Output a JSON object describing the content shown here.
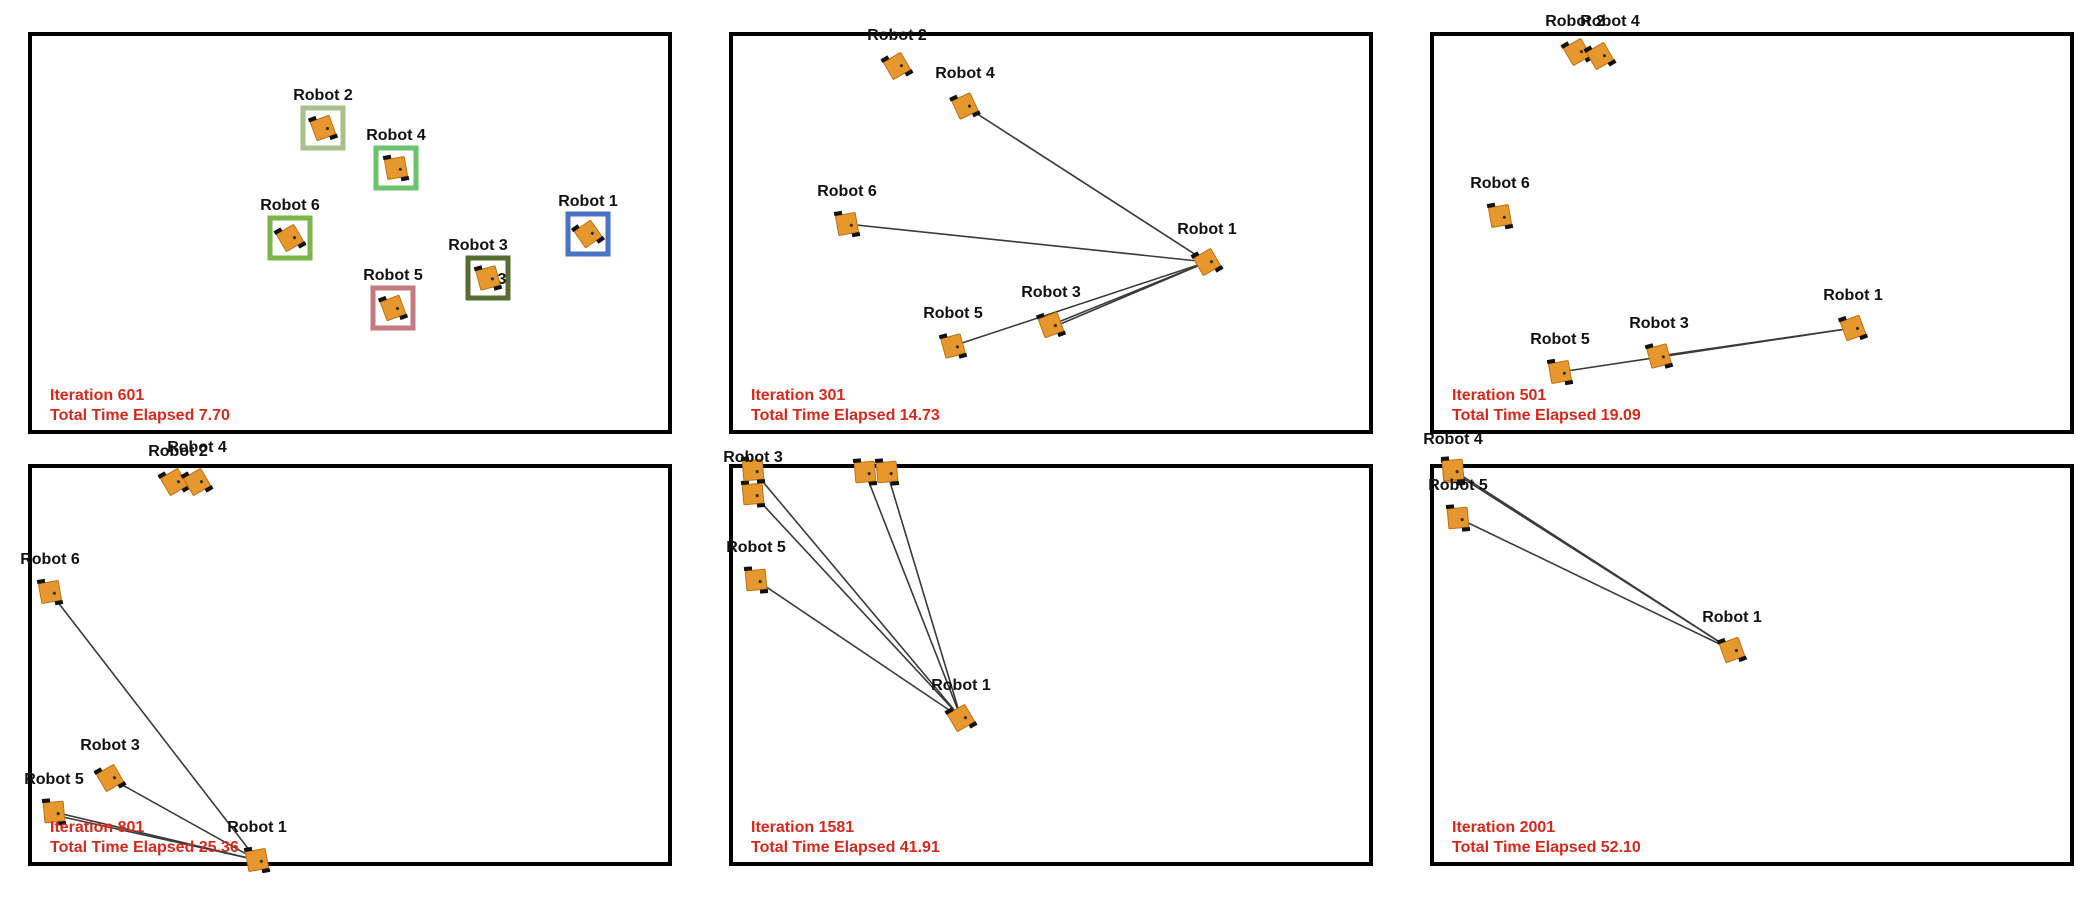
{
  "colors": {
    "frame": "#000000",
    "robot_body": "#e6982e",
    "link": "#3a3a3a",
    "status_text": "#d42a1e"
  },
  "panels": [
    {
      "iteration_text": "Iteration 601",
      "time_text": "Total Time Elapsed 7.70",
      "robots": [
        {
          "name": "Robot 1",
          "box_color": "#4a72c4"
        },
        {
          "name": "Robot 2",
          "box_color": "#a9bf8c"
        },
        {
          "name": "Robot 3",
          "box_color": "#556b2f",
          "extra_label": "3"
        },
        {
          "name": "Robot 4",
          "box_color": "#6cc36c"
        },
        {
          "name": "Robot 5",
          "box_color": "#c47a80"
        },
        {
          "name": "Robot 6",
          "box_color": "#7ab648"
        }
      ]
    },
    {
      "iteration_text": "Iteration 301",
      "time_text": "Total Time Elapsed 14.73",
      "robots": [
        {
          "name": "Robot 1"
        },
        {
          "name": "Robot 2"
        },
        {
          "name": "Robot 3"
        },
        {
          "name": "Robot 4"
        },
        {
          "name": "Robot 5"
        },
        {
          "name": "Robot 6"
        }
      ]
    },
    {
      "iteration_text": "Iteration 501",
      "time_text": "Total Time Elapsed 19.09",
      "robots": [
        {
          "name": "Robot 1"
        },
        {
          "name": "Robot 2"
        },
        {
          "name": "Robot 3"
        },
        {
          "name": "Robot 4"
        },
        {
          "name": "Robot 5"
        },
        {
          "name": "Robot 6"
        }
      ]
    },
    {
      "iteration_text": "Iteration 801",
      "time_text": "Total Time Elapsed 25.36",
      "robots": [
        {
          "name": "Robot 1"
        },
        {
          "name": "Robot 2"
        },
        {
          "name": "Robot 3"
        },
        {
          "name": "Robot 4"
        },
        {
          "name": "Robot 5"
        },
        {
          "name": "Robot 6"
        }
      ]
    },
    {
      "iteration_text": "Iteration 1581",
      "time_text": "Total Time Elapsed 41.91",
      "robots": [
        {
          "name": "Robot 1"
        },
        {
          "name": "Robot 3"
        },
        {
          "name": "Robot 5"
        }
      ]
    },
    {
      "iteration_text": "Iteration 2001",
      "time_text": "Total Time Elapsed 52.10",
      "robots": [
        {
          "name": "Robot 1"
        },
        {
          "name": "Robot 4"
        },
        {
          "name": "Robot 5"
        }
      ]
    }
  ]
}
